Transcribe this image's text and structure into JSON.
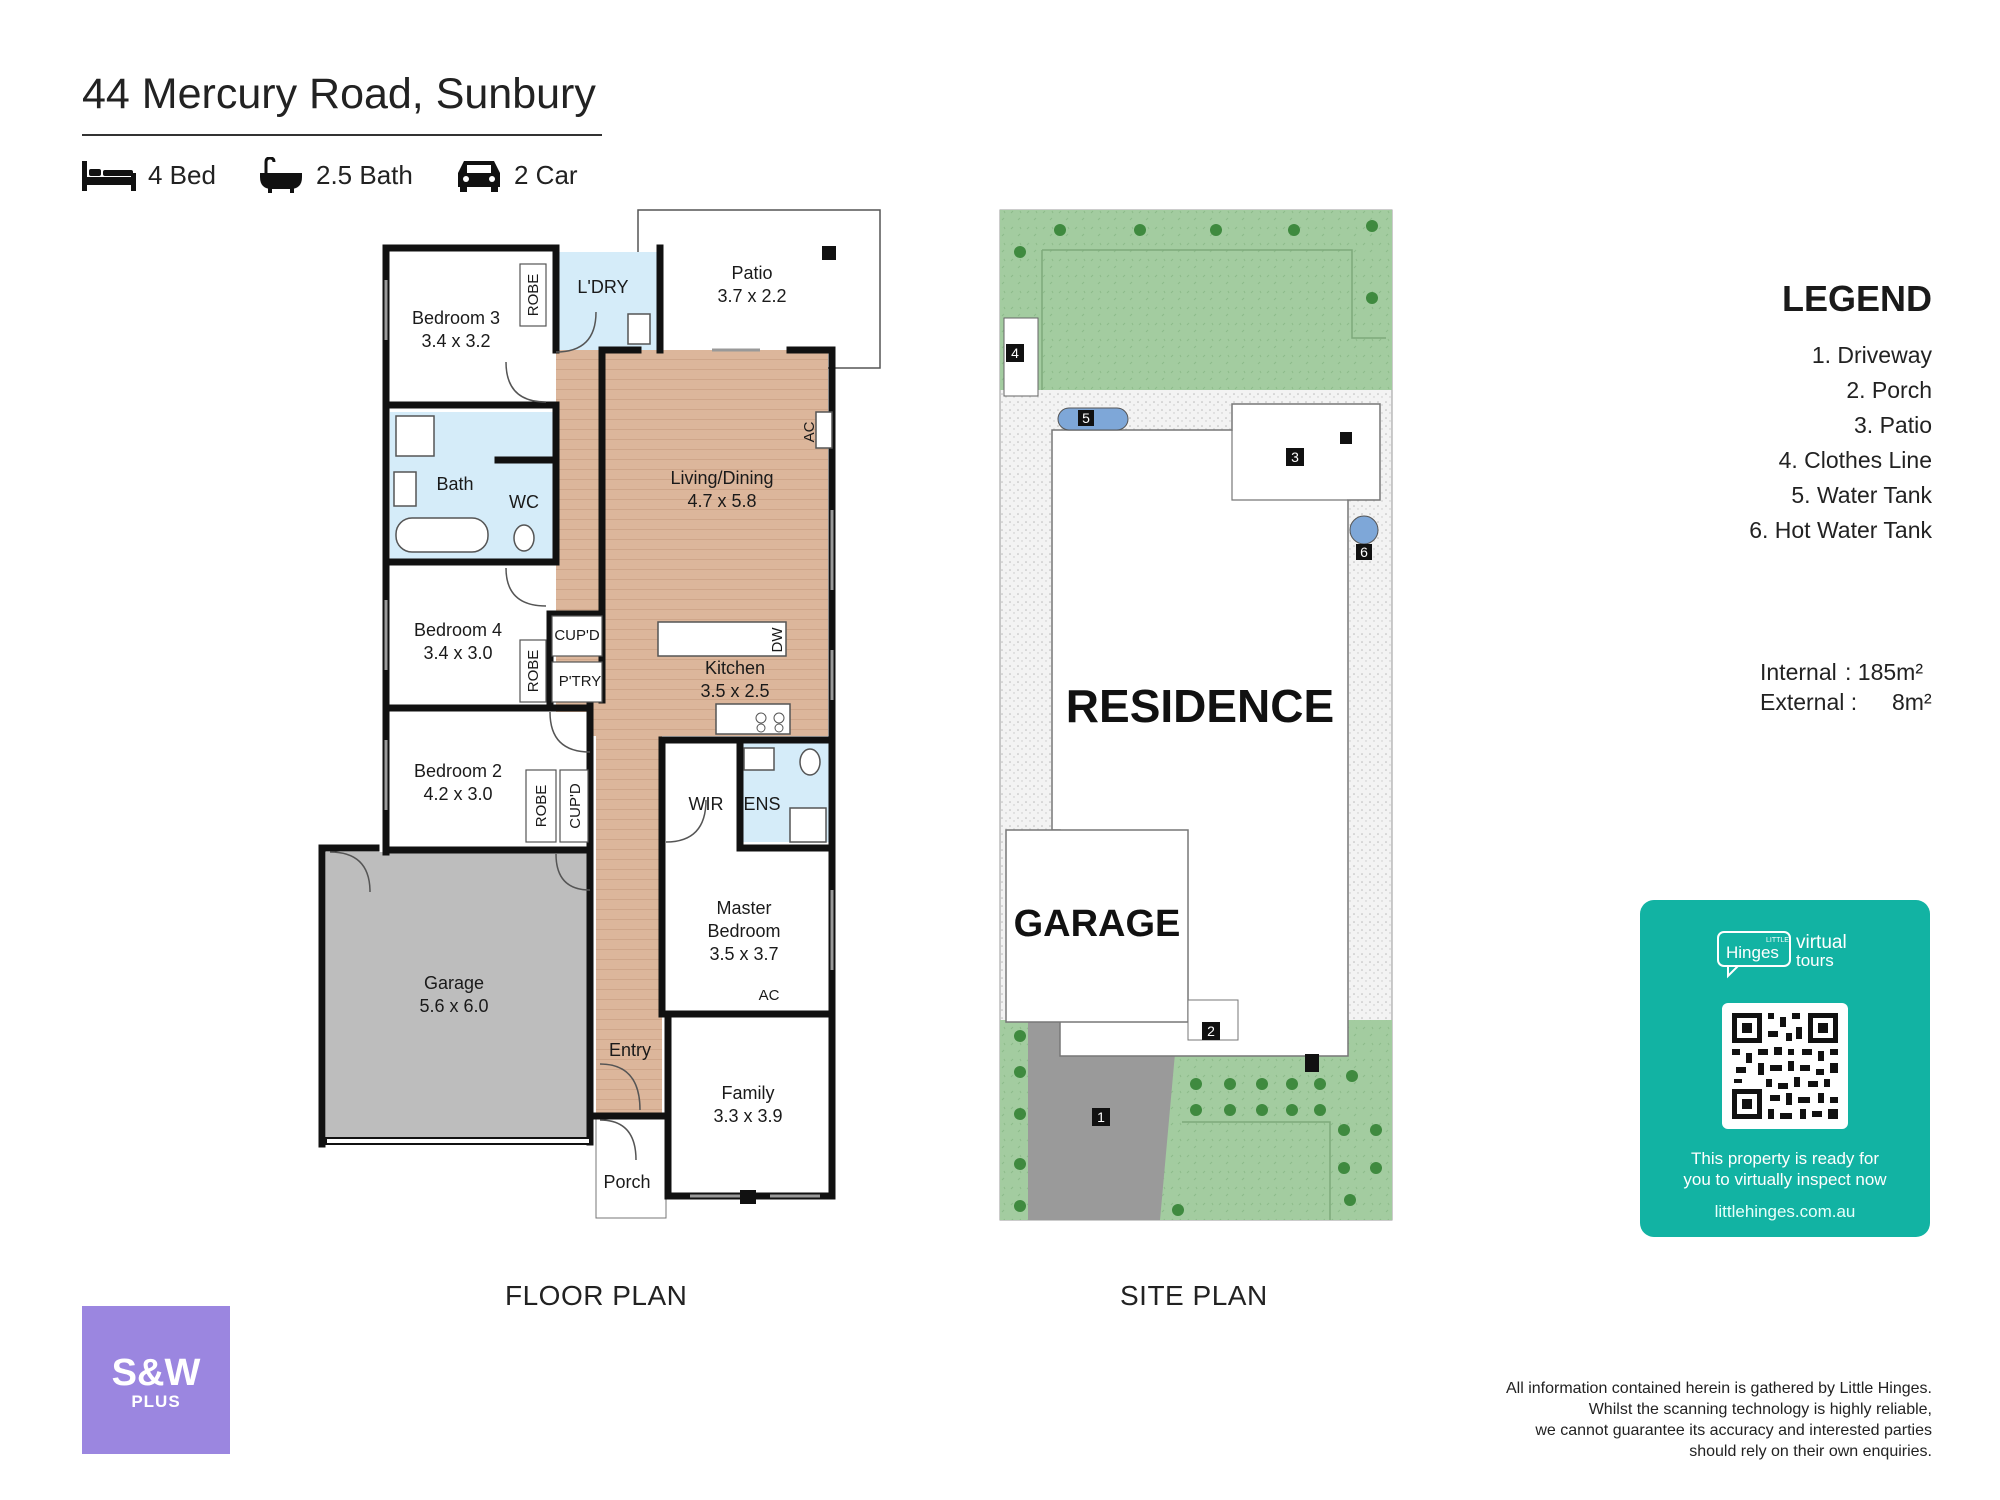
{
  "header": {
    "title": "44 Mercury Road, Sunbury",
    "features": [
      {
        "icon": "bed-icon",
        "label": "4 Bed"
      },
      {
        "icon": "bath-icon",
        "label": "2.5 Bath"
      },
      {
        "icon": "car-icon",
        "label": "2 Car"
      }
    ]
  },
  "floor_plan": {
    "caption": "FLOOR PLAN",
    "rooms": {
      "bedroom3": {
        "name": "Bedroom 3",
        "size": "3.4 x 3.2"
      },
      "laundry": {
        "name": "L'DRY"
      },
      "patio": {
        "name": "Patio",
        "size": "3.7 x 2.2"
      },
      "bath": {
        "name": "Bath"
      },
      "wc": {
        "name": "WC"
      },
      "living": {
        "name": "Living/Dining",
        "size": "4.7 x 5.8"
      },
      "bedroom4": {
        "name": "Bedroom 4",
        "size": "3.4 x 3.0"
      },
      "kitchen": {
        "name": "Kitchen",
        "size": "3.5 x 2.5"
      },
      "bedroom2": {
        "name": "Bedroom 2",
        "size": "4.2 x 3.0"
      },
      "wir": {
        "name": "WIR"
      },
      "ens": {
        "name": "ENS"
      },
      "garage": {
        "name": "Garage",
        "size": "5.6 x 6.0"
      },
      "master": {
        "name": "Master",
        "name2": "Bedroom",
        "size": "3.5 x 3.7"
      },
      "entry": {
        "name": "Entry"
      },
      "family": {
        "name": "Family",
        "size": "3.3 x 3.9"
      },
      "porch": {
        "name": "Porch"
      }
    },
    "fixtures": {
      "robe": "ROBE",
      "cupd": "CUP'D",
      "pantry": "P'TRY",
      "ac": "AC",
      "dw": "DW"
    }
  },
  "site_plan": {
    "caption": "SITE PLAN",
    "residence": "RESIDENCE",
    "garage": "GARAGE",
    "markers": [
      "1",
      "2",
      "3",
      "4",
      "5",
      "6"
    ]
  },
  "legend": {
    "title": "LEGEND",
    "items": [
      "1. Driveway",
      "2. Porch",
      "3. Patio",
      "4. Clothes Line",
      "5. Water Tank",
      "6. Hot Water Tank"
    ]
  },
  "areas": {
    "internal_label": "Internal",
    "internal_value": ": 185m²",
    "external_label": "External :",
    "external_value": "8m²"
  },
  "tour_card": {
    "brand_small": "LITTLE",
    "brand": "Hinges",
    "brand_virtual": "virtual",
    "brand_tours": "tours",
    "text_line1": "This property is ready for",
    "text_line2": "you to virtually inspect now",
    "url": "littlehinges.com.au"
  },
  "agency_logo": {
    "main": "S&W",
    "sub": "PLUS"
  },
  "disclaimer": [
    "All information contained herein is gathered by Little Hinges.",
    "Whilst the scanning technology is highly reliable,",
    "we cannot guarantee its accuracy and interested parties",
    "should rely on their own enquiries."
  ],
  "colors": {
    "wood": "#dcb69b",
    "tile": "#d5ecf9",
    "garage": "#bdbdbd",
    "lawn": "#9ec89a",
    "driveway": "#9a9a9a",
    "teal": "#12b3a3",
    "logo": "#9b86e0"
  }
}
